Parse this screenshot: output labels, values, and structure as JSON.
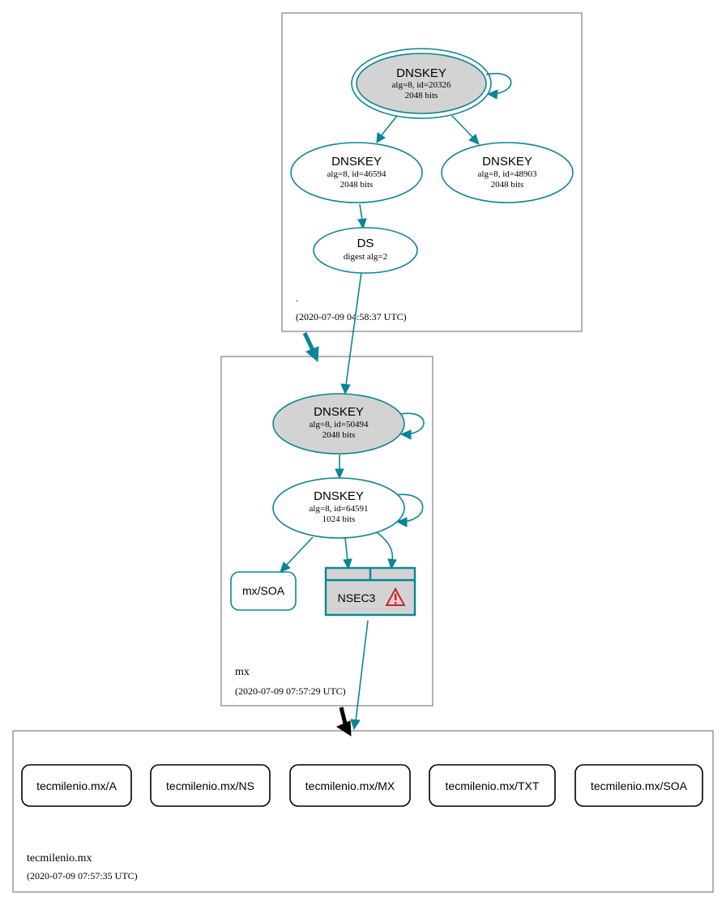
{
  "zones": {
    "root": {
      "name": ".",
      "timestamp": "(2020-07-09 04:58:37 UTC)",
      "nodes": {
        "ksk": {
          "title": "DNSKEY",
          "line1": "alg=8, id=20326",
          "line2": "2048 bits"
        },
        "zsk1": {
          "title": "DNSKEY",
          "line1": "alg=8, id=46594",
          "line2": "2048 bits"
        },
        "zsk2": {
          "title": "DNSKEY",
          "line1": "alg=8, id=48903",
          "line2": "2048 bits"
        },
        "ds": {
          "title": "DS",
          "line1": "digest alg=2"
        }
      }
    },
    "mx": {
      "name": "mx",
      "timestamp": "(2020-07-09 07:57:29 UTC)",
      "nodes": {
        "ksk": {
          "title": "DNSKEY",
          "line1": "alg=8, id=50494",
          "line2": "2048 bits"
        },
        "zsk": {
          "title": "DNSKEY",
          "line1": "alg=8, id=64591",
          "line2": "1024 bits"
        },
        "soa": {
          "label": "mx/SOA"
        },
        "nsec3": {
          "label": "NSEC3",
          "warning": "warning-icon"
        }
      }
    },
    "tecmilenio": {
      "name": "tecmilenio.mx",
      "timestamp": "(2020-07-09 07:57:35 UTC)",
      "records": [
        "tecmilenio.mx/A",
        "tecmilenio.mx/NS",
        "tecmilenio.mx/MX",
        "tecmilenio.mx/TXT",
        "tecmilenio.mx/SOA"
      ]
    }
  },
  "colors": {
    "edge": "#0a8696",
    "key_fill": "#d3d3d3",
    "border": "#666666",
    "warning": "#c0272d",
    "delegation_insecure": "#000000"
  }
}
